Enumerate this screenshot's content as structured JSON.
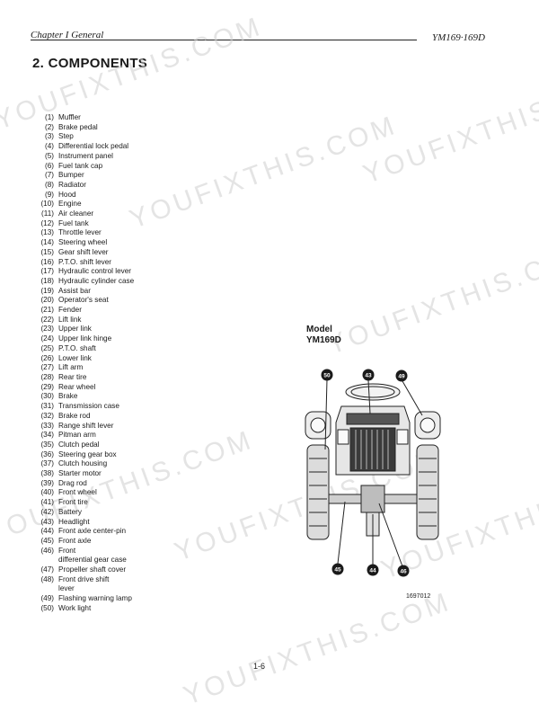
{
  "header": {
    "chapter": "Chapter I General",
    "model": "YM169·169D"
  },
  "title": "2. COMPONENTS",
  "watermark": "YOUFIXTHIS.COM",
  "components": [
    {
      "num": "(1)",
      "label": "Muffler"
    },
    {
      "num": "(2)",
      "label": "Brake pedal"
    },
    {
      "num": "(3)",
      "label": "Step"
    },
    {
      "num": "(4)",
      "label": "Differential lock pedal"
    },
    {
      "num": "(5)",
      "label": "Instrument panel"
    },
    {
      "num": "(6)",
      "label": "Fuel tank cap"
    },
    {
      "num": "(7)",
      "label": "Bumper"
    },
    {
      "num": "(8)",
      "label": "Radiator"
    },
    {
      "num": "(9)",
      "label": "Hood"
    },
    {
      "num": "(10)",
      "label": "Engine"
    },
    {
      "num": "(11)",
      "label": "Air cleaner"
    },
    {
      "num": "(12)",
      "label": "Fuel tank"
    },
    {
      "num": "(13)",
      "label": "Throttle lever"
    },
    {
      "num": "(14)",
      "label": "Steering wheel"
    },
    {
      "num": "(15)",
      "label": "Gear shift lever"
    },
    {
      "num": "(16)",
      "label": "P.T.O. shift lever"
    },
    {
      "num": "(17)",
      "label": "Hydraulic control lever"
    },
    {
      "num": "(18)",
      "label": "Hydraulic cylinder case"
    },
    {
      "num": "(19)",
      "label": "Assist bar"
    },
    {
      "num": "(20)",
      "label": "Operator's seat"
    },
    {
      "num": "(21)",
      "label": "Fender"
    },
    {
      "num": "(22)",
      "label": "Lift link"
    },
    {
      "num": "(23)",
      "label": "Upper link"
    },
    {
      "num": "(24)",
      "label": "Upper link hinge"
    },
    {
      "num": "(25)",
      "label": "P.T.O. shaft"
    },
    {
      "num": "(26)",
      "label": "Lower link"
    },
    {
      "num": "(27)",
      "label": "Lift arm"
    },
    {
      "num": "(28)",
      "label": "Rear tire"
    },
    {
      "num": "(29)",
      "label": "Rear wheel"
    },
    {
      "num": "(30)",
      "label": "Brake"
    },
    {
      "num": "(31)",
      "label": "Transmission case"
    },
    {
      "num": "(32)",
      "label": "Brake rod"
    },
    {
      "num": "(33)",
      "label": "Range shift lever"
    },
    {
      "num": "(34)",
      "label": "Pitman arm"
    },
    {
      "num": "(35)",
      "label": "Clutch pedal"
    },
    {
      "num": "(36)",
      "label": "Steering gear box"
    },
    {
      "num": "(37)",
      "label": "Clutch housing"
    },
    {
      "num": "(38)",
      "label": "Starter motor"
    },
    {
      "num": "(39)",
      "label": "Drag rod"
    },
    {
      "num": "(40)",
      "label": "Front wheel"
    },
    {
      "num": "(41)",
      "label": "Front tire"
    },
    {
      "num": "(42)",
      "label": "Battery"
    },
    {
      "num": "(43)",
      "label": "Headlight"
    },
    {
      "num": "(44)",
      "label": "Front axle center-pin"
    },
    {
      "num": "(45)",
      "label": "Front axle"
    },
    {
      "num": "(46)",
      "label": "Front",
      "cont": "differential gear case"
    },
    {
      "num": "(47)",
      "label": "Propeller shaft cover"
    },
    {
      "num": "(48)",
      "label": "Front drive shift",
      "cont": "lever"
    },
    {
      "num": "(49)",
      "label": "Flashing warning lamp"
    },
    {
      "num": "(50)",
      "label": "Work light"
    }
  ],
  "figure": {
    "model_label": "Model",
    "model_name": "YM169D",
    "callouts": [
      "50",
      "43",
      "49",
      "45",
      "44",
      "46"
    ],
    "figure_id": "1697012"
  },
  "page_number": "1-6"
}
